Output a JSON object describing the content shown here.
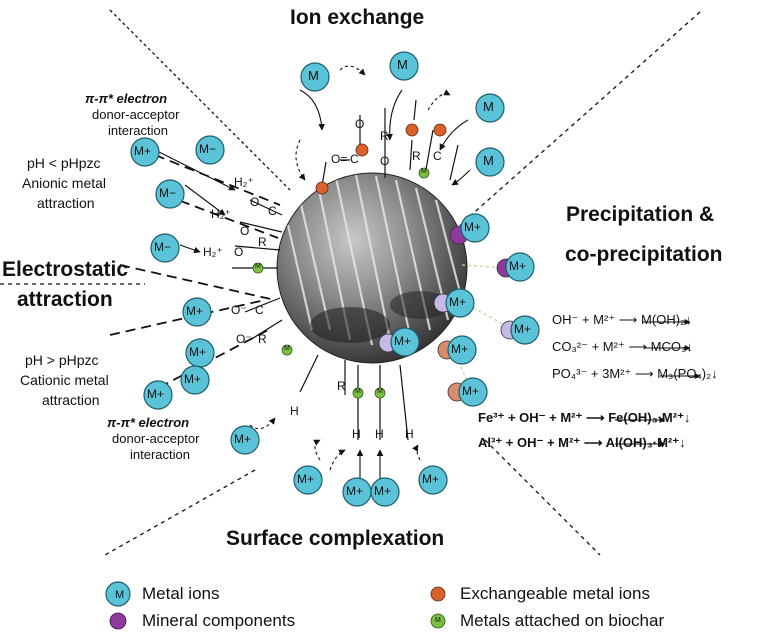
{
  "titles": {
    "ion_exchange": "Ion exchange",
    "precipitation_1": "Precipitation &",
    "precipitation_2": "co-precipitation",
    "electrostatic_1": "Electrostatic",
    "electrostatic_2": "attraction",
    "surface_complexation": "Surface complexation"
  },
  "left_labels": {
    "pi_top_1": "π-π* electron",
    "pi_top_2": "donor-acceptor",
    "pi_top_3": "interaction",
    "anionic_1": "pH < pHpzc",
    "anionic_2": "Anionic metal",
    "anionic_3": "attraction",
    "cationic_1": "pH > pHpzc",
    "cationic_2": "Cationic metal",
    "cationic_3": "attraction",
    "pi_bottom_1": "π-π* electron",
    "pi_bottom_2": "donor-acceptor",
    "pi_bottom_3": "interaction"
  },
  "equations": [
    "OH⁻ + M²⁺ ⟶ M(OH)₂↓",
    "CO₃²⁻ + M²⁺ ⟶ MCO₃↓",
    "PO₄³⁻ + 3M²⁺ ⟶ M₃(PO₄)₂↓",
    "Fe³⁺ + OH⁻ + M²⁺ ⟶ Fe(OH)₃·M²⁺↓",
    "Al³⁺ + OH⁻ + M²⁺ ⟶ Al(OH)₃·M²⁺↓"
  ],
  "ion_symbols": {
    "metal": "M",
    "metal_plus": "M+",
    "metal_minus": "M−",
    "small_metal": "M"
  },
  "chem_labels": {
    "c1": "C",
    "c2": "C",
    "c3": "C",
    "c4": "C",
    "o1": "O",
    "o2": "O",
    "o3": "O",
    "o4": "O",
    "o5": "O",
    "r1": "R",
    "r2": "R",
    "r3": "R",
    "r4": "R",
    "r5": "R",
    "h2o_1": "H₂⁺",
    "h2o_2": "H₂⁺",
    "h2o_3": "H₂⁺",
    "h1": "H",
    "h2": "H",
    "h3": "H",
    "h4": "H",
    "o_minus_1": "O⁻",
    "o_minus_2": "O⁻",
    "o_double": "O="
  },
  "legend": {
    "metal_ions": "Metal ions",
    "mineral_components": "Mineral components",
    "exchangeable_metal_ions": "Exchangeable metal ions",
    "metals_attached": "Metals attached on biochar"
  },
  "colors": {
    "metal_ion_fill": "#5bc3d8",
    "mineral_fill": "#8e3a9c",
    "exchangeable_fill": "#d9622b",
    "attached_fill": "#7bc043",
    "lilac_fill": "#c8b8e8",
    "salmon_fill": "#d98a6a"
  }
}
